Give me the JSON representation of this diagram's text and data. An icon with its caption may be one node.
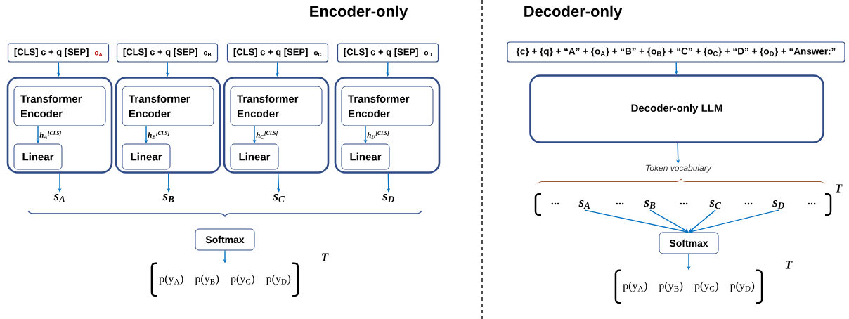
{
  "diagram": {
    "nodes": [
      {
        "text": [
          "[CLS] c + q [SEP]",
          "o$_{A}$"
        ]
      },
      {
        "text": [
          "[CLS] c + q [SEP]",
          "o$_{B}$"
        ]
      },
      {
        "text": [
          "[CLS] c + q [SEP]",
          "o$_{C}$"
        ]
      },
      {
        "text": [
          "[CLS] c + q [SEP]",
          "o$_{D}$"
        ]
      },
      {
        "text": [],
        "shape": "box"
      },
      {
        "text": [
          "Transformer Encoder"
        ],
        "in": 4
      },
      {
        "text": [
          "Linear"
        ],
        "in": 4
      },
      {
        "text": [],
        "shape": "box"
      },
      {
        "text": [
          "Transformer Encoder"
        ],
        "in": 7
      },
      {
        "text": [
          "Linear"
        ],
        "in": 7
      },
      {
        "text": [],
        "shape": "box"
      },
      {
        "text": [
          "Transformer Encoder"
        ],
        "in": 10
      },
      {
        "text": [
          "Linear"
        ],
        "in": 10
      },
      {
        "text": [],
        "shape": "box"
      },
      {
        "text": [
          "Transformer Encoder"
        ],
        "in": 13
      },
      {
        "text": [
          "Linear"
        ],
        "in": 13
      },
      {
        "text": [
          "s$_{A}$"
        ]
      },
      {
        "text": [
          "s$_{B}$"
        ]
      },
      {
        "text": [
          "s$_{C}$"
        ]
      },
      {
        "text": [
          "s$_{D}$"
        ]
      },
      {
        "text": [
          "Softmax"
        ]
      },
      {
        "text": [
          "p(y$_{A}$)",
          "p(y$_{B}$)",
          "p(y$_{C}$)",
          "p(y$_{D}$)"
        ]
      },
      {
        "text": [
          "{c} + {q} + “A” + {o$_{A}$} + “B” + {o$_{B}$} + “C” + {o$_{C}$} + “D” + {o$_{D}$} + “Answer:”"
        ]
      },
      {
        "text": [
          "Decoder-only LLM"
        ]
      },
      {
        "text": [
          "Token vocabulary"
        ]
      },
      {
        "text": [
          "s$_{A}$"
        ]
      },
      {
        "text": [
          "s$_{B}$"
        ]
      },
      {
        "text": [
          "s$_{C}$"
        ]
      },
      {
        "text": [
          "s$_{D}$"
        ]
      },
      {
        "text": [
          "Softmax"
        ]
      },
      {
        "text": [
          "p(y$_{A}$)",
          "p(y$_{B}$)",
          "p(y$_{C}$)",
          "p(y$_{D}$)"
        ]
      }
    ],
    "edges": [
      {
        "from": 0,
        "to": 4,
        "arrow": "to"
      },
      {
        "from": 5,
        "to": 6,
        "arrow": "to",
        "label": "h$_{A}$$^{[CLS]}$"
      },
      {
        "from": 4,
        "to": 16,
        "arrow": "to"
      },
      {
        "from": 1,
        "to": 7,
        "arrow": "to"
      },
      {
        "from": 8,
        "to": 9,
        "arrow": "to",
        "label": "h$_{B}$$^{[CLS]}$"
      },
      {
        "from": 7,
        "to": 17,
        "arrow": "to"
      },
      {
        "from": 2,
        "to": 10,
        "arrow": "to"
      },
      {
        "from": 11,
        "to": 12,
        "arrow": "to",
        "label": "h$_{C}$$^{[CLS]}$"
      },
      {
        "from": 10,
        "to": 18,
        "arrow": "to"
      },
      {
        "from": 3,
        "to": 13,
        "arrow": "to"
      },
      {
        "from": 14,
        "to": 15,
        "arrow": "to",
        "label": "h$_{D}$$^{[CLS]}$"
      },
      {
        "from": 13,
        "to": 19,
        "arrow": "to"
      },
      {
        "from": 20,
        "to": 21,
        "arrow": "to"
      },
      {
        "from": 22,
        "to": 23,
        "arrow": "to"
      },
      {
        "from": 23,
        "to": 24,
        "arrow": "to"
      },
      {
        "from": 25,
        "to": 29,
        "arrow": "to"
      },
      {
        "from": 26,
        "to": 29,
        "arrow": "to"
      },
      {
        "from": 27,
        "to": 29,
        "arrow": "to"
      },
      {
        "from": 28,
        "to": 29,
        "arrow": "to"
      },
      {
        "from": 29,
        "to": 30,
        "arrow": "to"
      }
    ],
    "labels": [
      "Encoder-only",
      "Decoder-only",
      "T",
      "T",
      "...",
      "...",
      "...",
      "...",
      "...",
      "T"
    ]
  }
}
